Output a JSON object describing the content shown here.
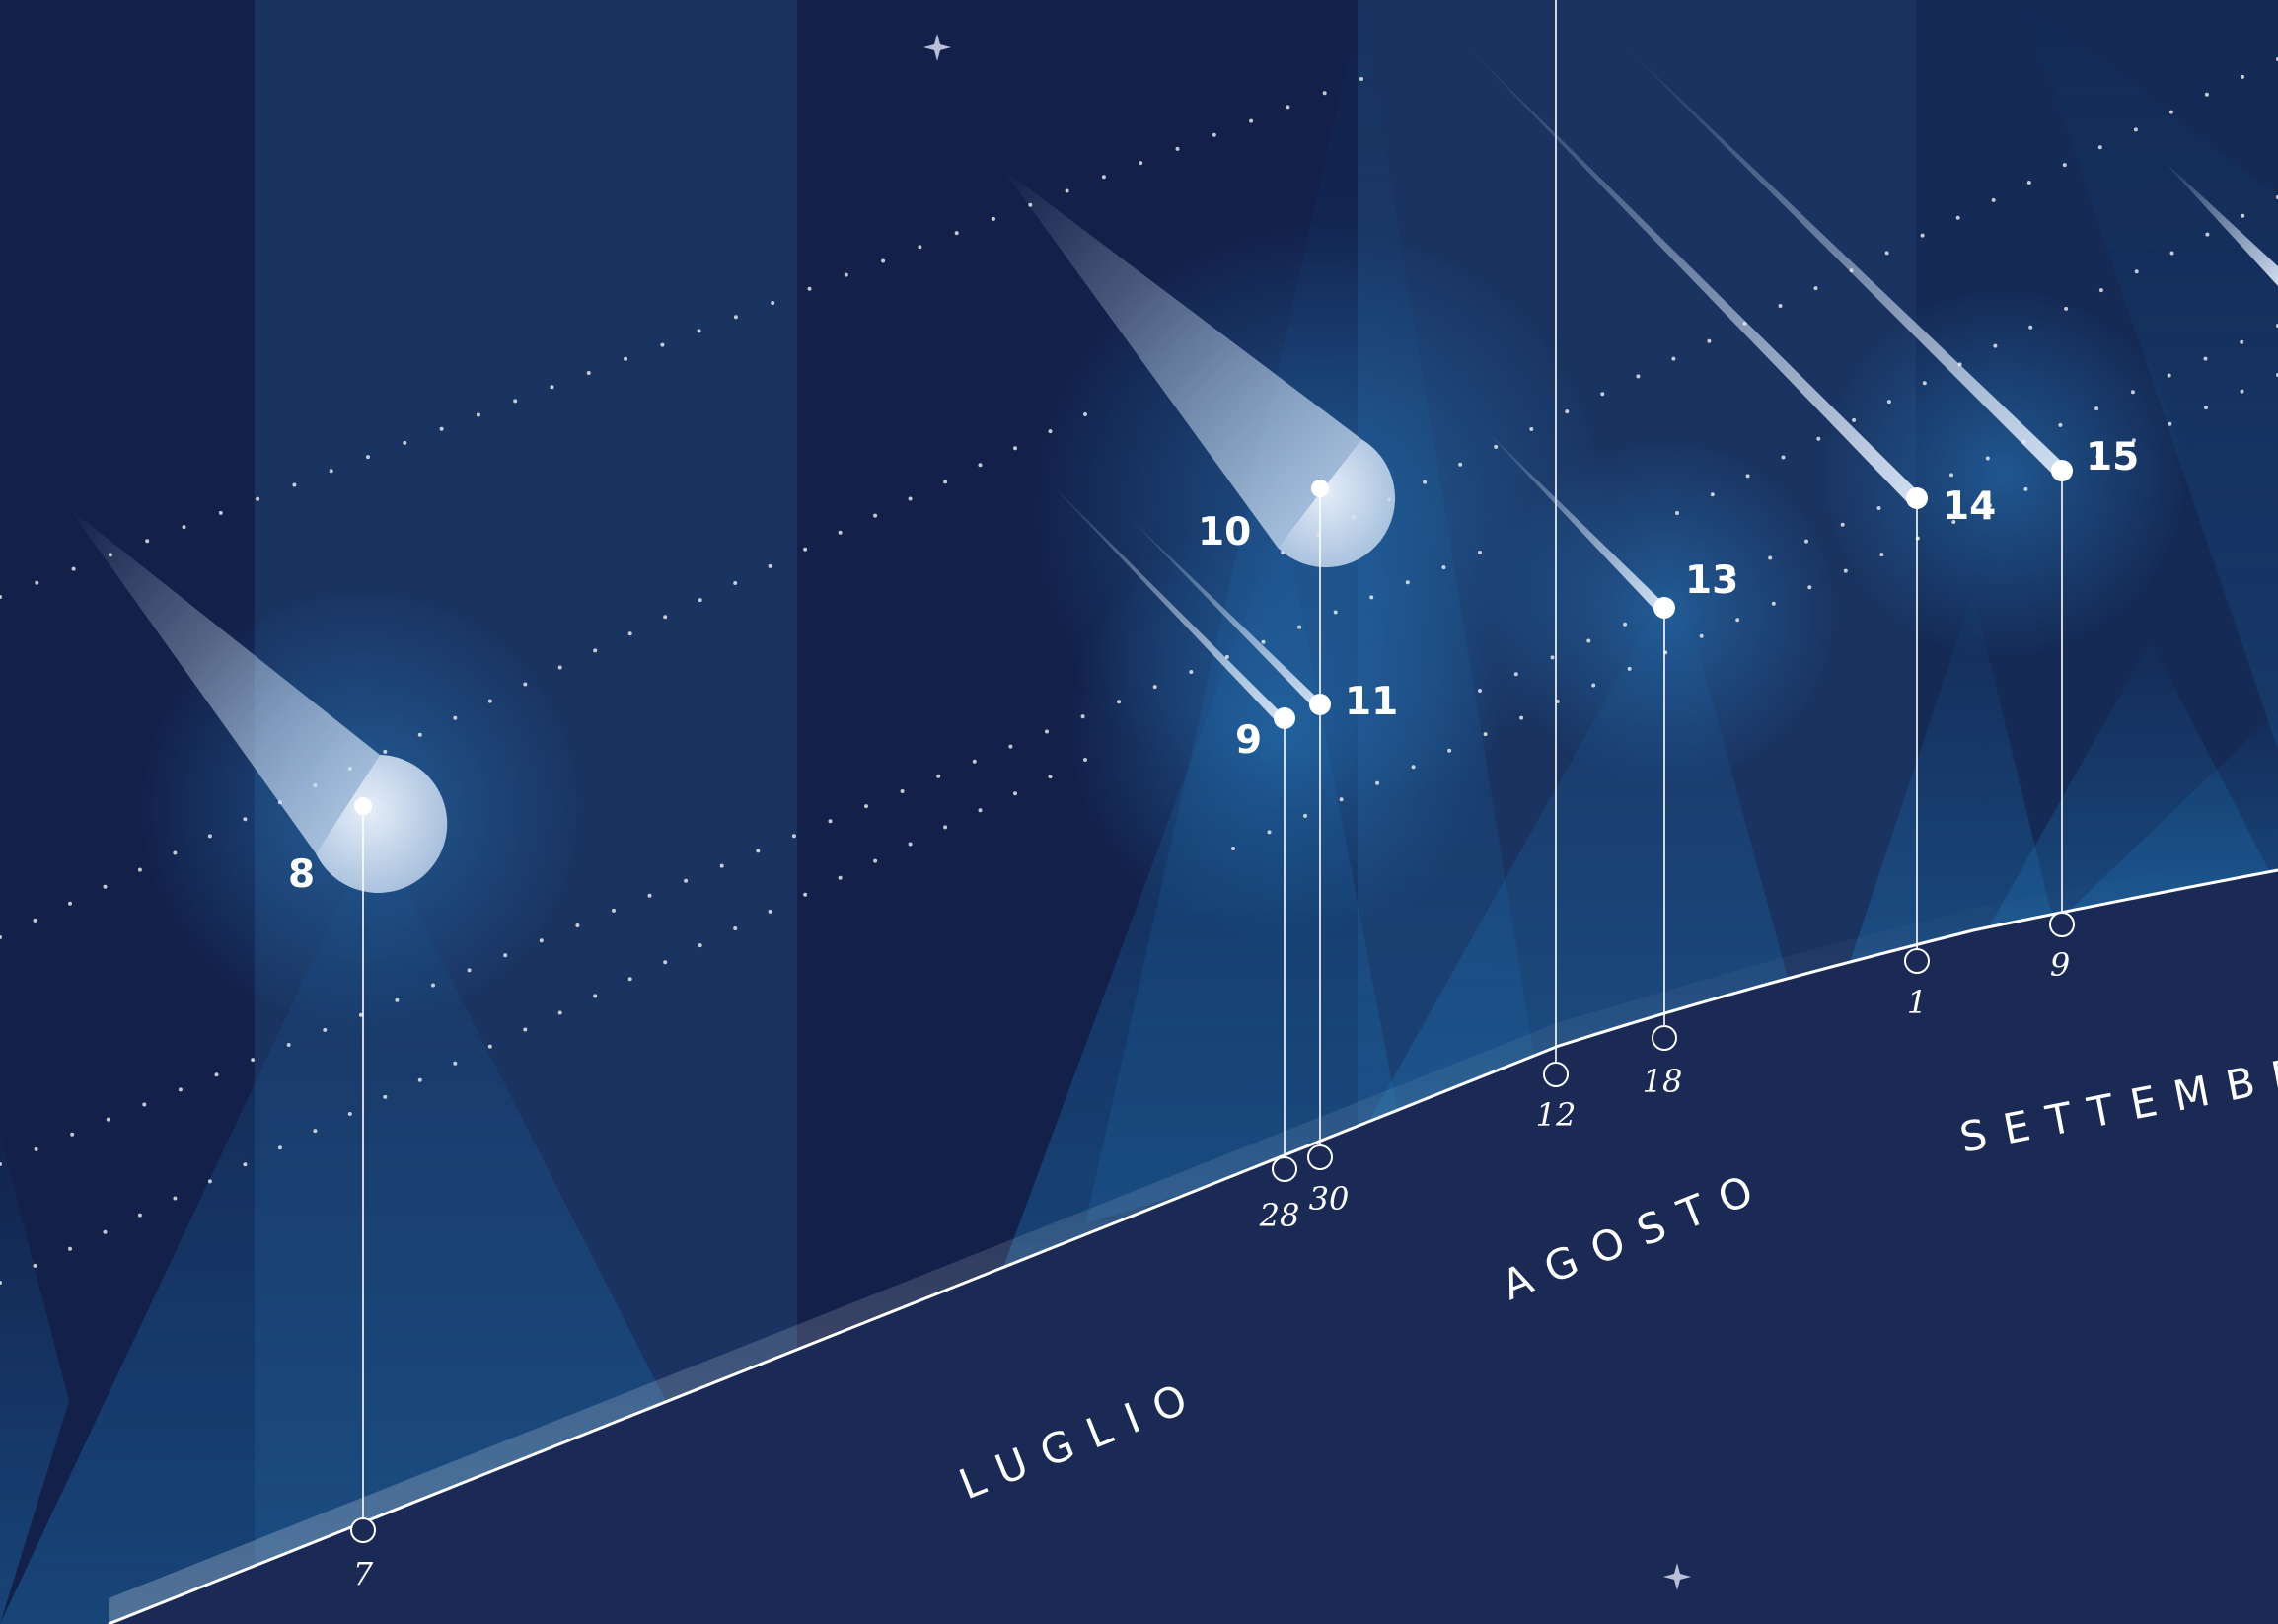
{
  "colors": {
    "sky": "#152447",
    "band_light": "#1a3360",
    "band_dark": "#13214a",
    "ground": "#1a2a55",
    "horizon_line": "#ffffff",
    "beam": "#1e6aa8",
    "meteor_glow": "#cfe0f5"
  },
  "months": [
    {
      "name": "LUGLIO"
    },
    {
      "name": "AGOSTO"
    },
    {
      "name": "SETTEMBRE"
    }
  ],
  "showers": [
    {
      "number": "8",
      "date_label": "7",
      "month": "LUGLIO",
      "brightness": "large"
    },
    {
      "number": "9",
      "date_label": "28",
      "month": "LUGLIO",
      "brightness": "small"
    },
    {
      "number": "10",
      "date_label": "30",
      "month": "LUGLIO",
      "brightness": "large"
    },
    {
      "number": "11",
      "date_label": "30",
      "month": "LUGLIO",
      "brightness": "small"
    },
    {
      "number": "",
      "date_label": "12",
      "month": "AGOSTO",
      "brightness": "offscreen"
    },
    {
      "number": "13",
      "date_label": "18",
      "month": "AGOSTO",
      "brightness": "small"
    },
    {
      "number": "14",
      "date_label": "1",
      "month": "SETTEMBRE",
      "brightness": "small"
    },
    {
      "number": "15",
      "date_label": "9",
      "month": "SETTEMBRE",
      "brightness": "small"
    }
  ],
  "icons": [
    "sparkle-star-icon",
    "meteor-icon"
  ]
}
